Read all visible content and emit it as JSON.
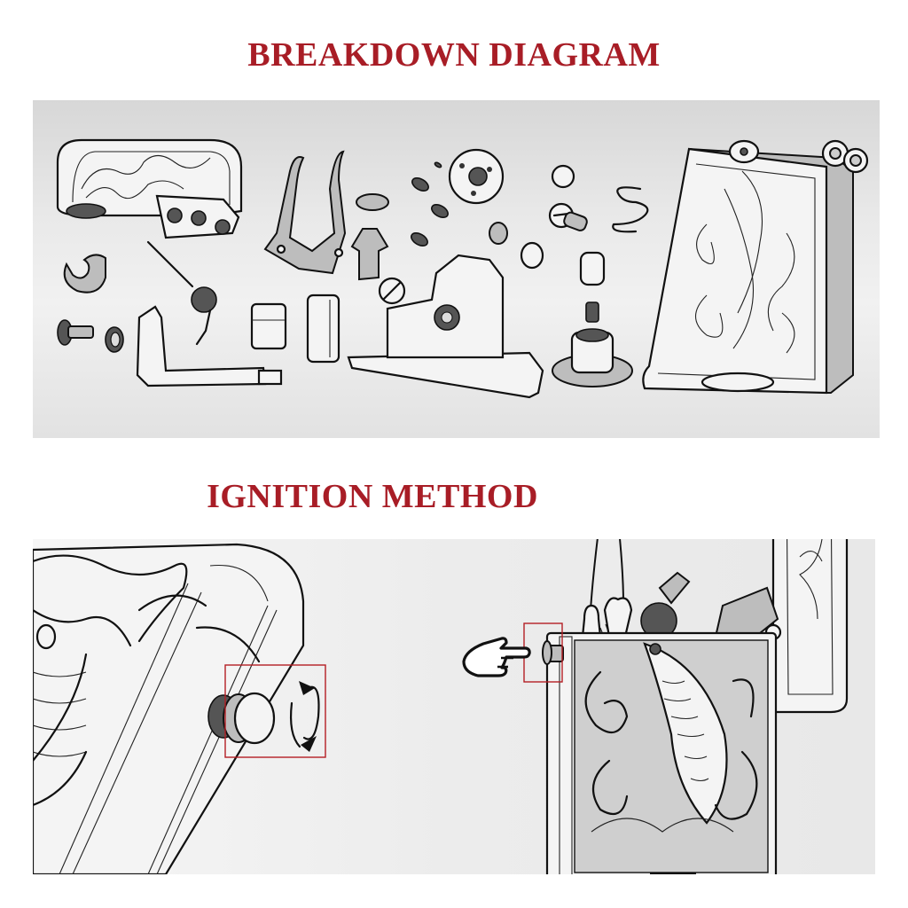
{
  "headings": {
    "breakdown": "BREAKDOWN DIAGRAM",
    "ignition": "IGNITION METHOD"
  },
  "colors": {
    "heading_red": "#a81d26",
    "highlight_box": "#b41e24",
    "ink": "#111111",
    "panel_gray": "#e4e4e4"
  },
  "breakdown_panel": {
    "parts": [
      "engraved-lid",
      "hinge-tab",
      "c-ring",
      "screw",
      "washer",
      "torsion-spring",
      "cam-lever",
      "hinge-bracket",
      "bushing",
      "wick-sleeve",
      "tube",
      "pivot-pin",
      "small-springs",
      "flint-wheel",
      "chimney-insert",
      "slotted-screw",
      "spring-clip",
      "flint-cap",
      "flint",
      "fuel-screw",
      "engraved-case"
    ],
    "engraving_motif": "koi fish with scrollwork"
  },
  "ignition_panel": {
    "closeup": {
      "subject": "thumbwheel-knob",
      "indicator": "rotate-arrows-icon"
    },
    "full_view": {
      "subject": "open-lighter-with-flame",
      "indicator": "pointing-hand-icon"
    }
  }
}
